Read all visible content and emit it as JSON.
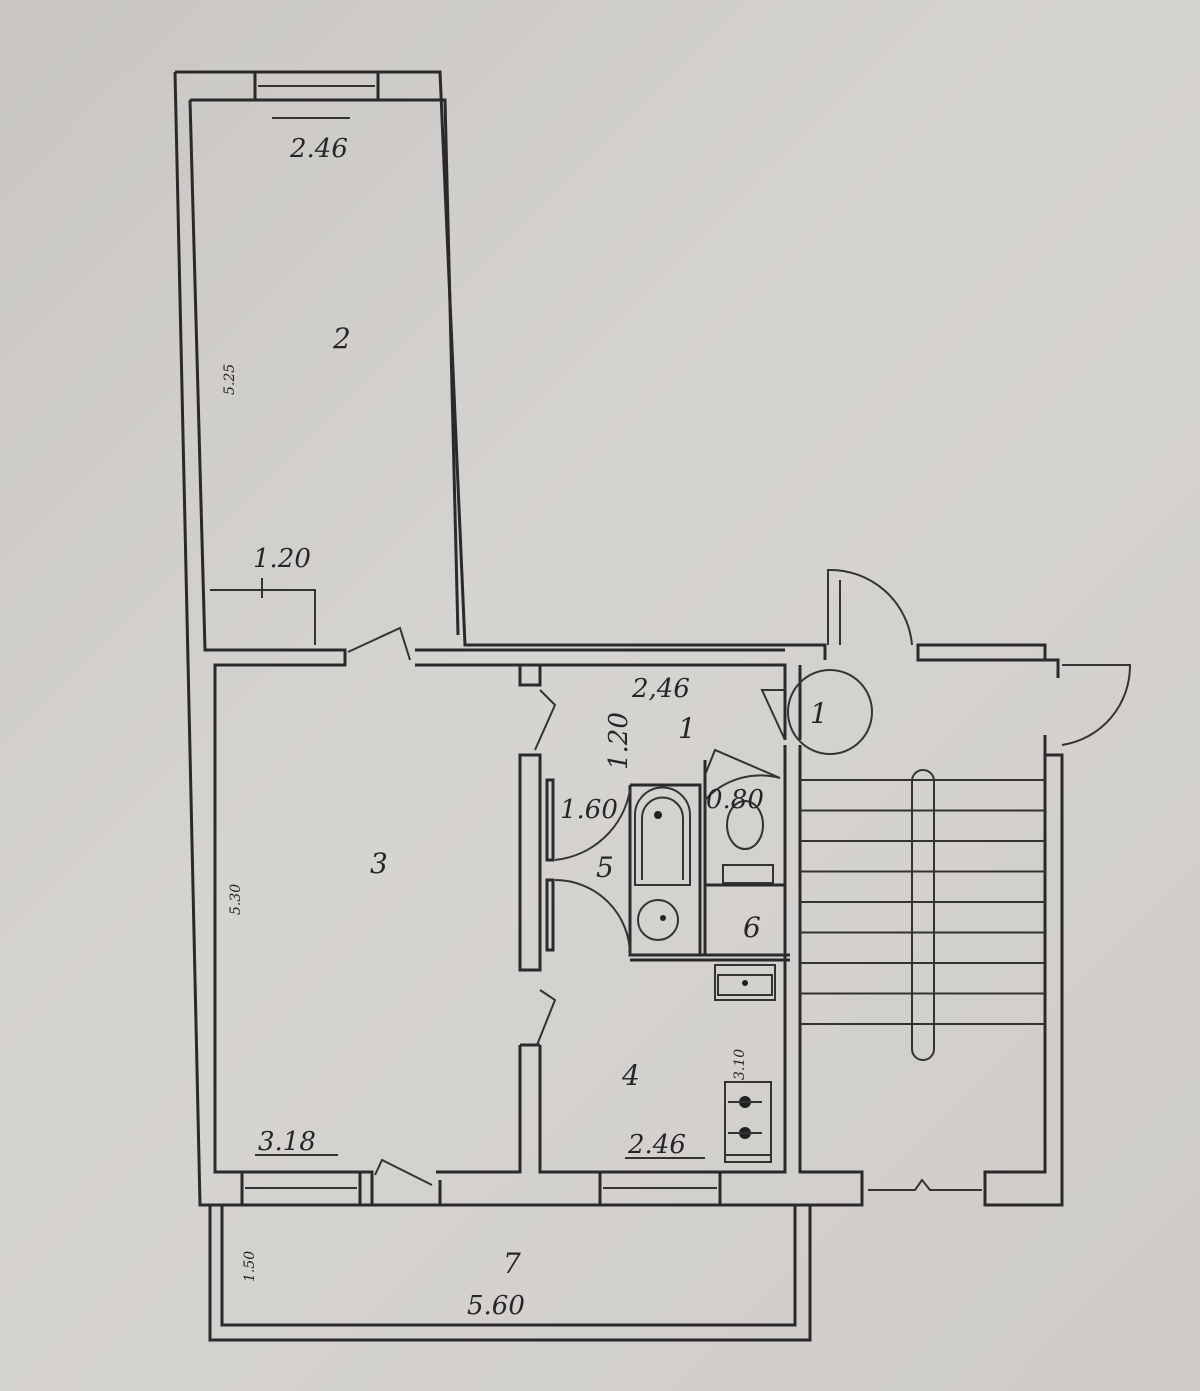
{
  "rooms": [
    {
      "number": "1",
      "label": "1"
    },
    {
      "number": "2",
      "label": "2"
    },
    {
      "number": "3",
      "label": "3"
    },
    {
      "number": "4",
      "label": "4"
    },
    {
      "number": "5",
      "label": "5"
    },
    {
      "number": "6",
      "label": "6"
    },
    {
      "number": "7",
      "label": "7"
    }
  ],
  "stair_marker": "1",
  "dimensions": {
    "room2_width": "2.46",
    "room2_length": "5.25",
    "room2_closet": "1.20",
    "room1_width": "2,46",
    "room1_depth": "1.20",
    "room5_length": "1.60",
    "room6_width": "0.80",
    "room3_length": "5.30",
    "room3_width": "3.18",
    "room4_width": "2.46",
    "room4_length": "3.10",
    "room7_depth": "1.50",
    "room7_width": "5.60"
  }
}
